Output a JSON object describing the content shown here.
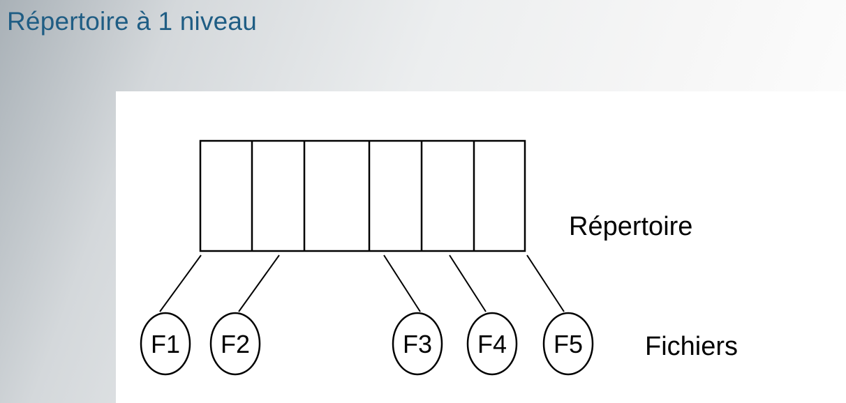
{
  "slide": {
    "title": "Répertoire à 1 niveau"
  },
  "diagram": {
    "directory_label": "Répertoire",
    "files_label": "Fichiers",
    "files": [
      {
        "name": "F1"
      },
      {
        "name": "F2"
      },
      {
        "name": "F3"
      },
      {
        "name": "F4"
      },
      {
        "name": "F5"
      }
    ]
  },
  "colors": {
    "title": "#1f5d84",
    "stroke": "#000000",
    "panel": "#ffffff"
  }
}
